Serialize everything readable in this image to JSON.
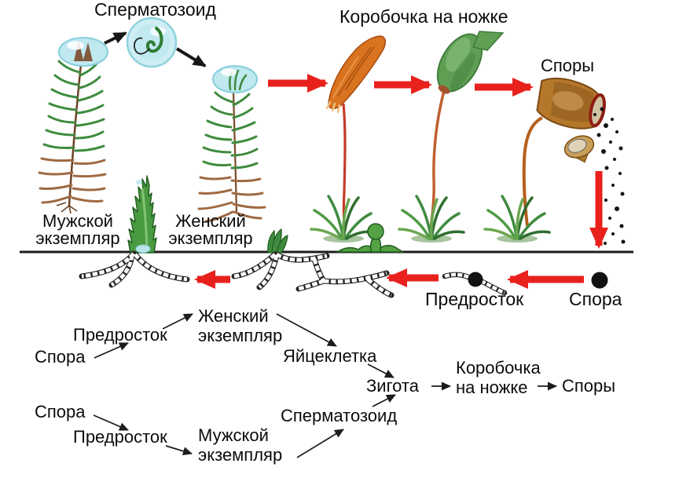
{
  "illustration": {
    "labels": {
      "spermatozoid": "Сперматозоид",
      "capsule_on_stalk": "Коробочка на ножке",
      "spores": "Споры",
      "male_specimen_line1": "Мужской",
      "male_specimen_line2": "экземпляр",
      "female_specimen_line1": "Женский",
      "female_specimen_line2": "экземпляр",
      "protonema": "Предросток",
      "spore": "Спора"
    }
  },
  "flowchart": {
    "nodes": {
      "spore_top": "Спора",
      "protonema_top": "Предросток",
      "female_line1": "Женский",
      "female_line2": "экземпляр",
      "egg_cell": "Яйцеклетка",
      "zygote": "Зигота",
      "spore_bottom": "Спора",
      "protonema_bottom": "Предросток",
      "male_line1": "Мужской",
      "male_line2": "экземпляр",
      "spermatozoid": "Сперматозоид",
      "capsule_line1": "Коробочка",
      "capsule_line2": "на ножке",
      "spores_end": "Споры"
    }
  },
  "colors": {
    "background": "#ffffff",
    "arrow_red": "#e8211d",
    "arrow_black": "#161616",
    "text": "#0c0c0c",
    "ground_line": "#1c1c1c",
    "droplet_blue": "#bfe8ef",
    "moss_green": "#3e8b3e",
    "moss_brown": "#a06a42",
    "capsule_orange": "#d9731f",
    "capsule_green": "#5f9f54",
    "capsule_brown": "#b5772a",
    "spore_black": "#111111"
  }
}
